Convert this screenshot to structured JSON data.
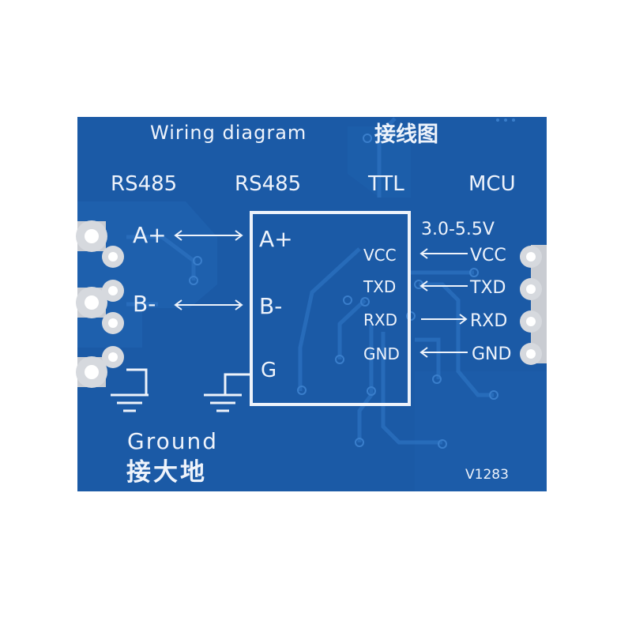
{
  "board": {
    "title": "Wiring diagram",
    "title_cn": "接线图",
    "col_rs485_left": "RS485",
    "col_rs485_mid": "RS485",
    "col_ttl": "TTL",
    "col_mcu": "MCU",
    "voltage": "3.0-5.5V",
    "left_a": "A+",
    "left_b": "B-",
    "chip_a": "A+",
    "chip_b": "B-",
    "chip_g": "G",
    "pin_vcc": "VCC",
    "pin_txd": "TXD",
    "pin_rxd": "RXD",
    "pin_gnd": "GND",
    "mcu_vcc": "VCC",
    "mcu_txd": "TXD",
    "mcu_rxd": "RXD",
    "mcu_gnd": "GND",
    "ground": "Ground",
    "ground_cn": "接大地",
    "version": "V1283"
  },
  "colors": {
    "pcb": "#1c5ca8",
    "pcb_dark": "#174e93",
    "trace": "#2468b6",
    "silkscreen": "#eef3fb",
    "pad": "#c9ccd2"
  }
}
